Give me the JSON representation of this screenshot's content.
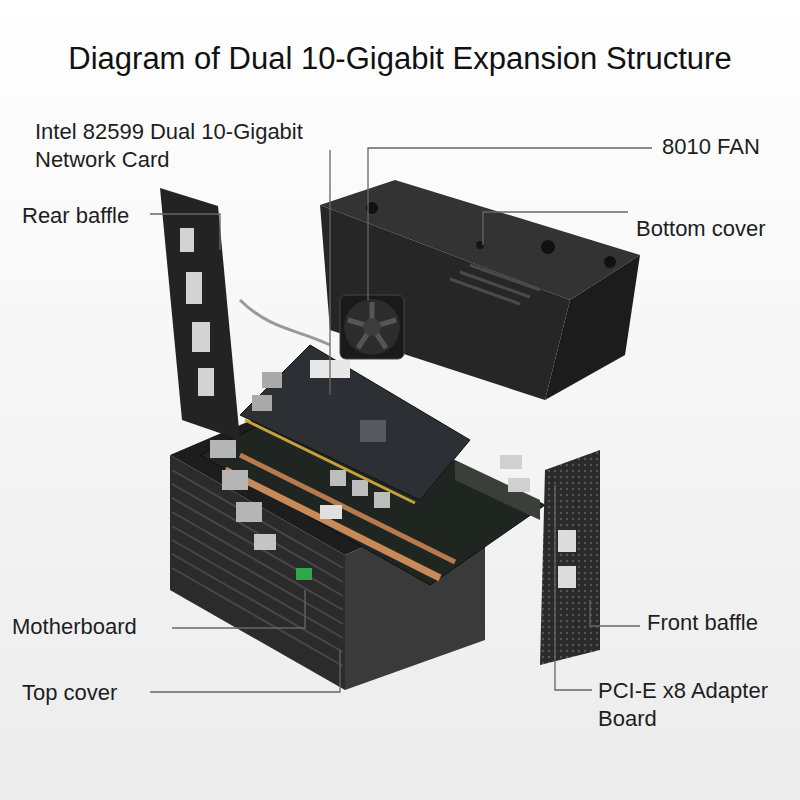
{
  "diagram": {
    "title": "Diagram of Dual 10-Gigabit Expansion Structure",
    "labels": [
      "Intel 82599 Dual 10-Gigabit Network Card",
      "8010 FAN",
      "Rear baffle",
      "Bottom cover",
      "Motherboard",
      "Front baffle",
      "Top cover",
      "PCI-E x8 Adapter Board"
    ]
  }
}
